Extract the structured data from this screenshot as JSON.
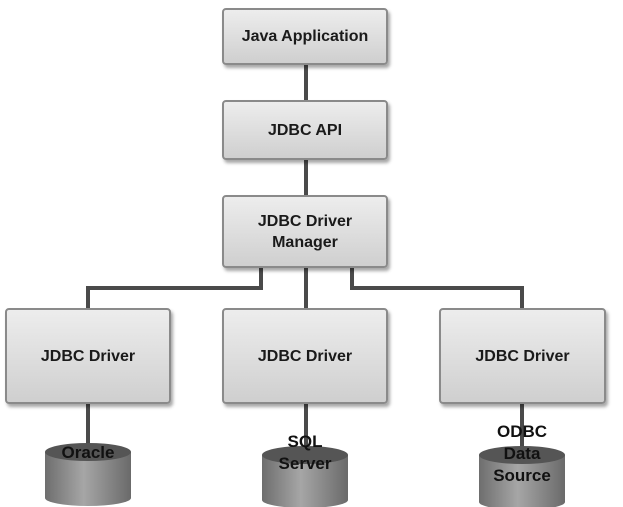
{
  "nodes": {
    "java_app": "Java Application",
    "jdbc_api": "JDBC API",
    "driver_manager": "JDBC Driver Manager",
    "driver_left": "JDBC Driver",
    "driver_middle": "JDBC Driver",
    "driver_right": "JDBC Driver"
  },
  "databases": {
    "oracle": "Oracle",
    "sql_server": "SQL Server",
    "odbc": "ODBC Data Source"
  },
  "colors": {
    "connector": "#4a4a4a",
    "box_fill": "#dcdcdc",
    "cylinder_body": "#8c8c8c",
    "cylinder_top": "#555555"
  }
}
